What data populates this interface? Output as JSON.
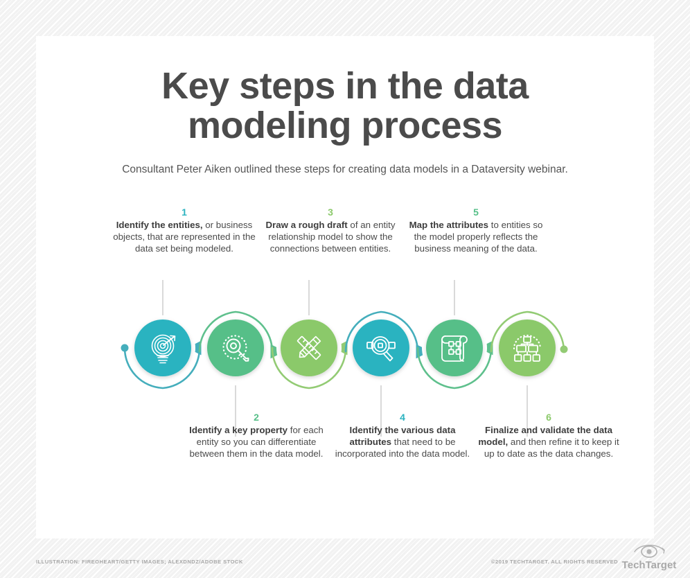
{
  "header": {
    "title_line1": "Key steps in the data",
    "title_line2": "modeling process",
    "subtitle": "Consultant Peter Aiken outlined these steps for creating data models in a Dataversity webinar."
  },
  "colors": {
    "teal": "#2bb3c0",
    "green_medium": "#56bf88",
    "green_light": "#8bc96a",
    "text_dark": "#4b4b4b",
    "footer_gray": "#a8a8a8",
    "card_bg": "#ffffff",
    "page_bg": "#f4f4f4"
  },
  "steps": [
    {
      "number": "1",
      "number_color": "#2bb3c0",
      "bold": "Identify the entities,",
      "rest": "or business objects, that are represented in the data set being modeled.",
      "circle_color": "#2bb3c0",
      "icon": "target-lightbulb-icon",
      "position": "top"
    },
    {
      "number": "2",
      "number_color": "#56bf88",
      "bold": "Identify a key property",
      "rest": "for each entity so you can differentiate between them in the data model.",
      "circle_color": "#56bf88",
      "icon": "key-magnifier-icon",
      "position": "bottom"
    },
    {
      "number": "3",
      "number_color": "#8bc96a",
      "bold": "Draw a rough draft",
      "rest": "of an entity relationship model to show the connections between entities.",
      "circle_color": "#8bc96a",
      "icon": "pencil-ruler-icon",
      "position": "top"
    },
    {
      "number": "4",
      "number_color": "#2bb3c0",
      "bold": "Identify the various data attributes",
      "rest": "that need to be incorporated into the data model.",
      "circle_color": "#2bb3c0",
      "icon": "magnifier-nodes-icon",
      "position": "bottom"
    },
    {
      "number": "5",
      "number_color": "#56bf88",
      "bold": "Map the attributes",
      "rest": "to entities so the model properly reflects the business meaning of the data.",
      "circle_color": "#56bf88",
      "icon": "blueprint-diagram-icon",
      "position": "top"
    },
    {
      "number": "6",
      "number_color": "#8bc96a",
      "bold": "Finalize and validate the data model,",
      "rest": "and then refine it to keep it up to date as the data changes.",
      "circle_color": "#8bc96a",
      "icon": "hierarchy-chart-icon",
      "position": "bottom"
    }
  ],
  "footer": {
    "credit": "ILLUSTRATION: FIREOHEART/GETTY IMAGES; ALEXDNDZ/ADOBE STOCK",
    "copyright": "©2019 TECHTARGET. ALL RIGHTS RESERVED",
    "logo_text": "TechTarget"
  }
}
